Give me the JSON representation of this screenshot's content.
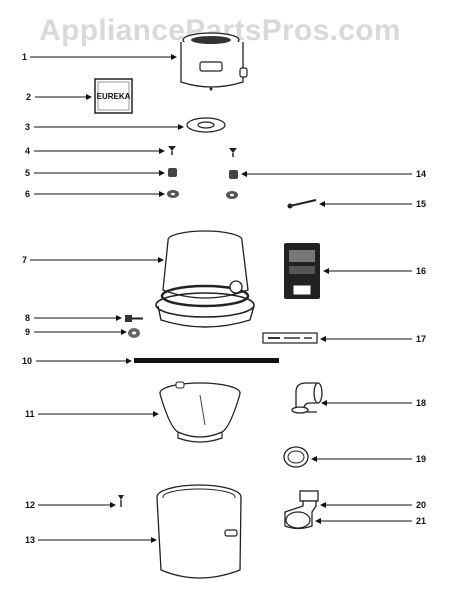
{
  "watermark": "AppliancePartsPros.com",
  "brand_label": "EUREKA",
  "callouts": {
    "c1": "1",
    "c2": "2",
    "c3": "3",
    "c4": "4",
    "c5": "5",
    "c6": "6",
    "c7": "7",
    "c8": "8",
    "c9": "9",
    "c10": "10",
    "c11": "11",
    "c12": "12",
    "c13": "13",
    "c14": "14",
    "c15": "15",
    "c16": "16",
    "c17": "17",
    "c18": "18",
    "c19": "19",
    "c20": "20",
    "c21": "21"
  }
}
